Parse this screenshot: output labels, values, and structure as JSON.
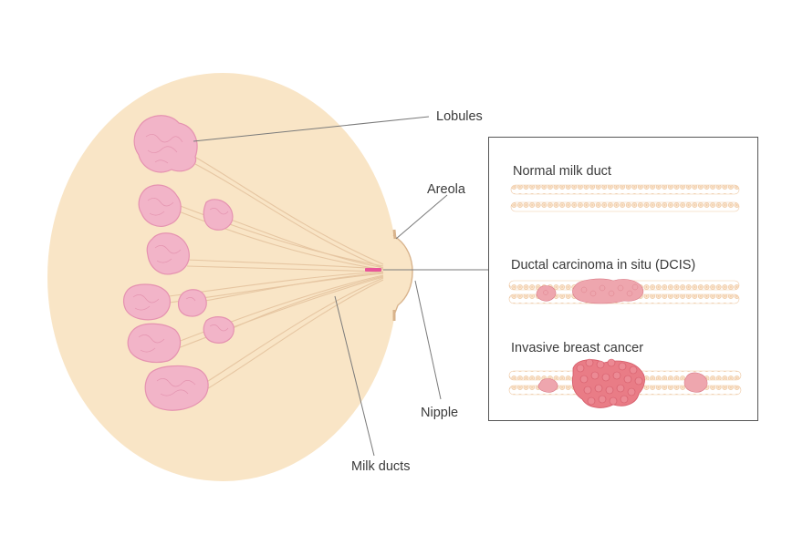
{
  "labels": {
    "lobules": "Lobules",
    "areola": "Areola",
    "nipple": "Nipple",
    "milk_ducts": "Milk ducts"
  },
  "panel": {
    "normal": "Normal milk duct",
    "dcis": "Ductal carcinoma in situ (DCIS)",
    "invasive": "Invasive breast cancer"
  },
  "colors": {
    "breast_fill": "#f9e5c6",
    "lobule_fill": "#f2b4c8",
    "lobule_edge": "#e592b0",
    "duct_line": "#e8caa8",
    "cell_fill": "#fbe4cc",
    "cell_edge": "#efc9a4",
    "cancer_fill": "#e97c86",
    "cancer_edge": "#d45a68",
    "dcis_fill": "#eea6ae",
    "leader_line": "#7a7a7a",
    "highlight": "#e8559a",
    "panel_border": "#555555"
  }
}
